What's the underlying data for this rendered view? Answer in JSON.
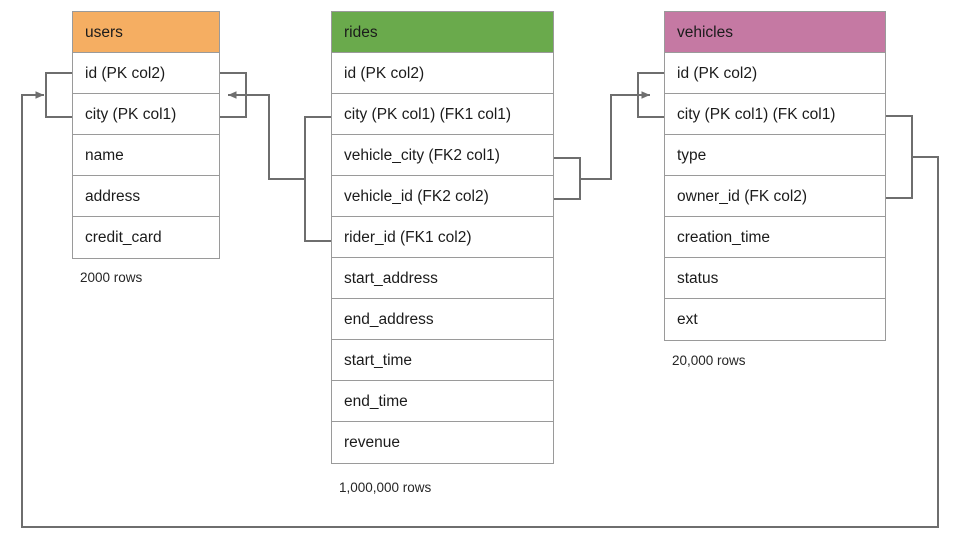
{
  "diagram": {
    "type": "entity-relationship-diagram",
    "background": "#ffffff",
    "line_color": "#6e6e6e"
  },
  "entities": [
    {
      "id": "users",
      "name": "users",
      "header_color": "#f5ae62",
      "row_count_label": "2000 rows",
      "fields": [
        "id (PK col2)",
        "city (PK col1)",
        "name",
        "address",
        "credit_card"
      ]
    },
    {
      "id": "rides",
      "name": "rides",
      "header_color": "#6aaa4c",
      "row_count_label": "1,000,000 rows",
      "fields": [
        "id (PK col2)",
        "city (PK col1) (FK1 col1)",
        "vehicle_city (FK2 col1)",
        "vehicle_id (FK2 col2)",
        "rider_id (FK1 col2)",
        "start_address",
        "end_address",
        "start_time",
        "end_time",
        "revenue"
      ]
    },
    {
      "id": "vehicles",
      "name": "vehicles",
      "header_color": "#c579a3",
      "row_count_label": "20,000 rows",
      "fields": [
        "id (PK col2)",
        "city (PK col1) (FK col1)",
        "type",
        "owner_id (FK col2)",
        "creation_time",
        "status",
        "ext"
      ]
    }
  ],
  "relationships": [
    {
      "id": "fk1",
      "label": "FK1",
      "from_entity": "rides",
      "from_fields": [
        "city (PK col1) (FK1 col1)",
        "rider_id (FK1 col2)"
      ],
      "to_entity": "users",
      "to_fields": [
        "id (PK col2)",
        "city (PK col1)"
      ]
    },
    {
      "id": "fk2",
      "label": "FK2",
      "from_entity": "rides",
      "from_fields": [
        "vehicle_city (FK2 col1)",
        "vehicle_id (FK2 col2)"
      ],
      "to_entity": "vehicles",
      "to_fields": [
        "id (PK col2)",
        "city (PK col1) (FK col1)"
      ]
    },
    {
      "id": "fk3",
      "label": "FK",
      "from_entity": "vehicles",
      "from_fields": [
        "city (PK col1) (FK col1)",
        "owner_id (FK col2)"
      ],
      "to_entity": "users",
      "to_fields": [
        "id (PK col2)",
        "city (PK col1)"
      ]
    }
  ]
}
